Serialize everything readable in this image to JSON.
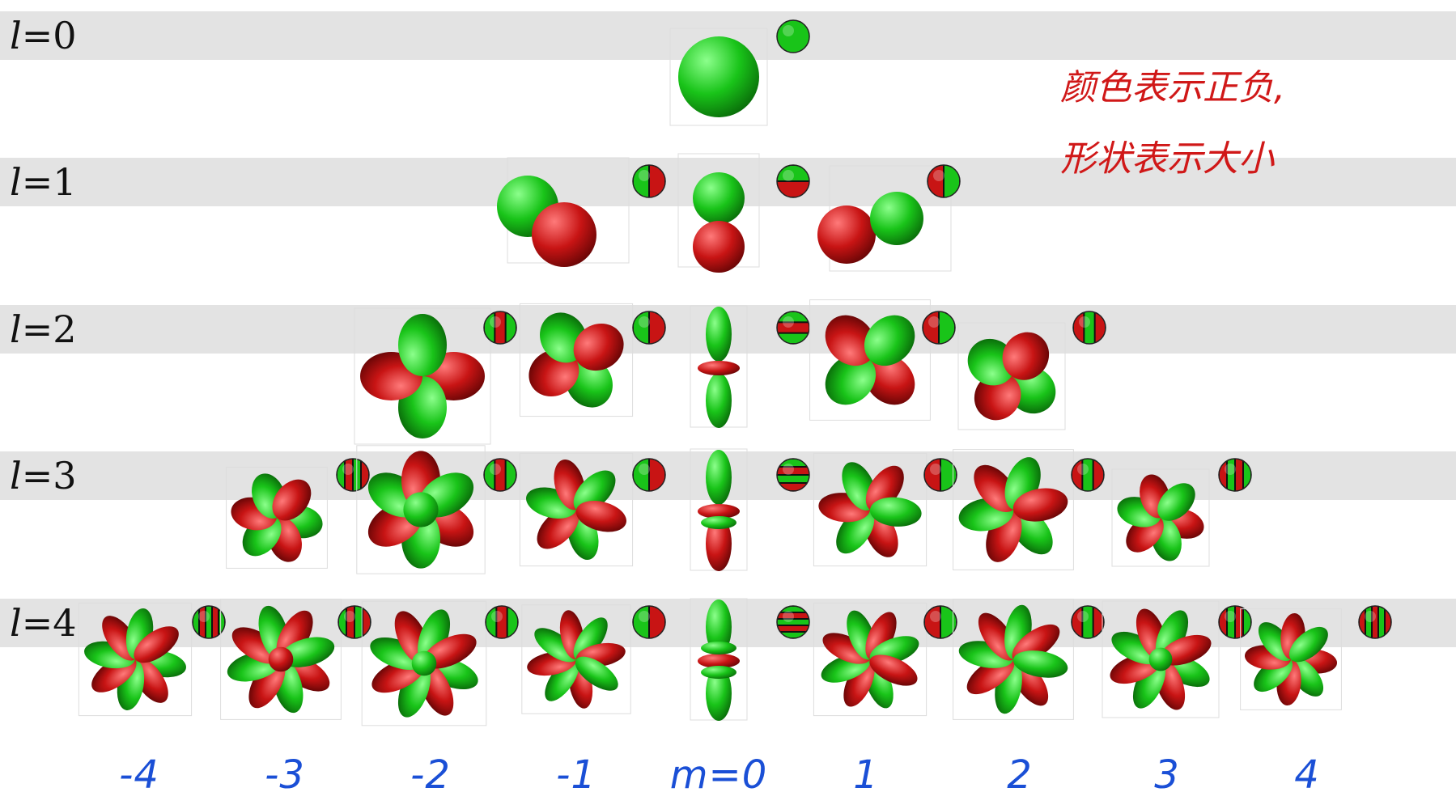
{
  "rows": [
    {
      "l_symbol": "l",
      "l_value": "=0",
      "l": 0
    },
    {
      "l_symbol": "l",
      "l_value": "=1",
      "l": 1
    },
    {
      "l_symbol": "l",
      "l_value": "=2",
      "l": 2
    },
    {
      "l_symbol": "l",
      "l_value": "=3",
      "l": 3
    },
    {
      "l_symbol": "l",
      "l_value": "=4",
      "l": 4
    }
  ],
  "m_labels": [
    "-4",
    "-3",
    "-2",
    "-1",
    "m=0",
    "1",
    "2",
    "3",
    "4"
  ],
  "annotation": {
    "line1": "颜色表示正负,",
    "line2": "形状表示大小"
  },
  "colors": {
    "positive": "#19c419",
    "negative": "#c81414",
    "band": "#e3e3e3",
    "m_label": "#1a4fd6",
    "note": "#d01818"
  }
}
